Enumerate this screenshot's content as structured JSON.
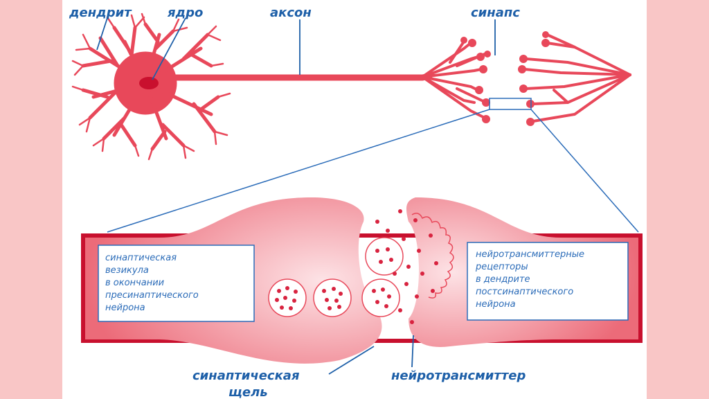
{
  "colors": {
    "tissue": "#e8485a",
    "tissue_light": "#f7c2c8",
    "label": "#1d5fa8",
    "box_fill": "#ffffff",
    "box_border": "#2a6bb8",
    "frame_border": "#c8102e",
    "side_panel": "#f9c6c6"
  },
  "labels": {
    "dendrite": "дендрит",
    "nucleus": "ядро",
    "axon": "аксон",
    "synapse": "синапс",
    "synaptic_cleft_line1": "синаптическая",
    "synaptic_cleft_line2": "щель",
    "neurotransmitter": "нейротрансмиттер"
  },
  "left_box": {
    "lines": [
      "синаптическая",
      "везикула",
      "в окончании",
      "пресинаптического",
      "нейрона"
    ]
  },
  "right_box": {
    "lines": [
      "нейротрансмиттерные",
      "рецепторы",
      "в дендрите",
      "постсинаптического",
      "нейрона"
    ]
  }
}
